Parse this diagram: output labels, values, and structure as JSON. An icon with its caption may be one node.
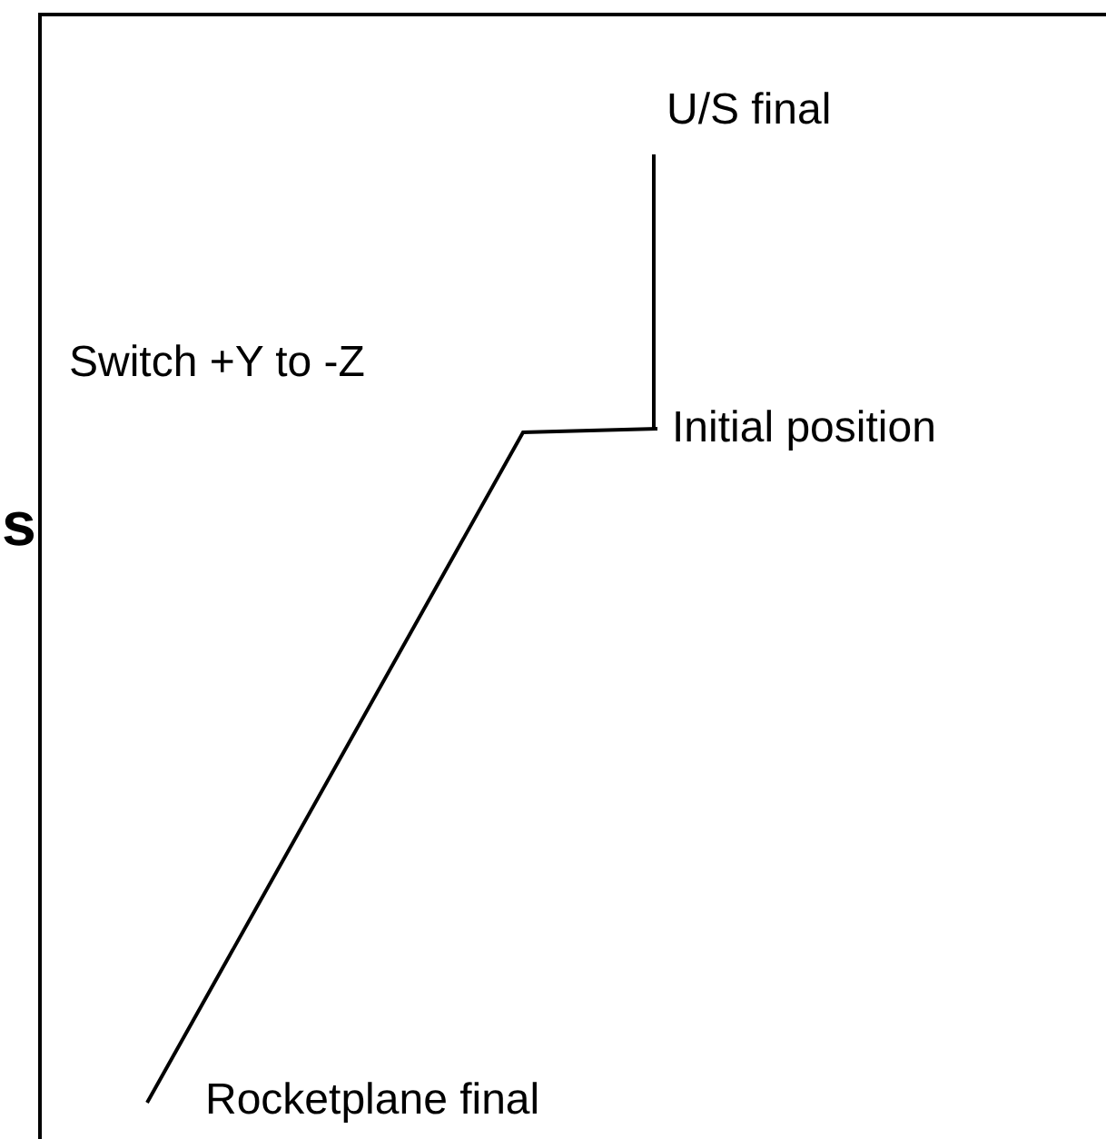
{
  "diagram": {
    "nodes": [
      {
        "text": [
          "U/S final"
        ]
      },
      {
        "text": [
          "Initial position"
        ]
      },
      {
        "text": [
          "Rocketplane final"
        ]
      }
    ],
    "edges": [
      {
        "from": 1,
        "to": 0,
        "arrow": "none"
      },
      {
        "from": 1,
        "to": 2,
        "arrow": "none"
      }
    ],
    "labels": [
      "s",
      "Switch +Y to -Z"
    ]
  }
}
